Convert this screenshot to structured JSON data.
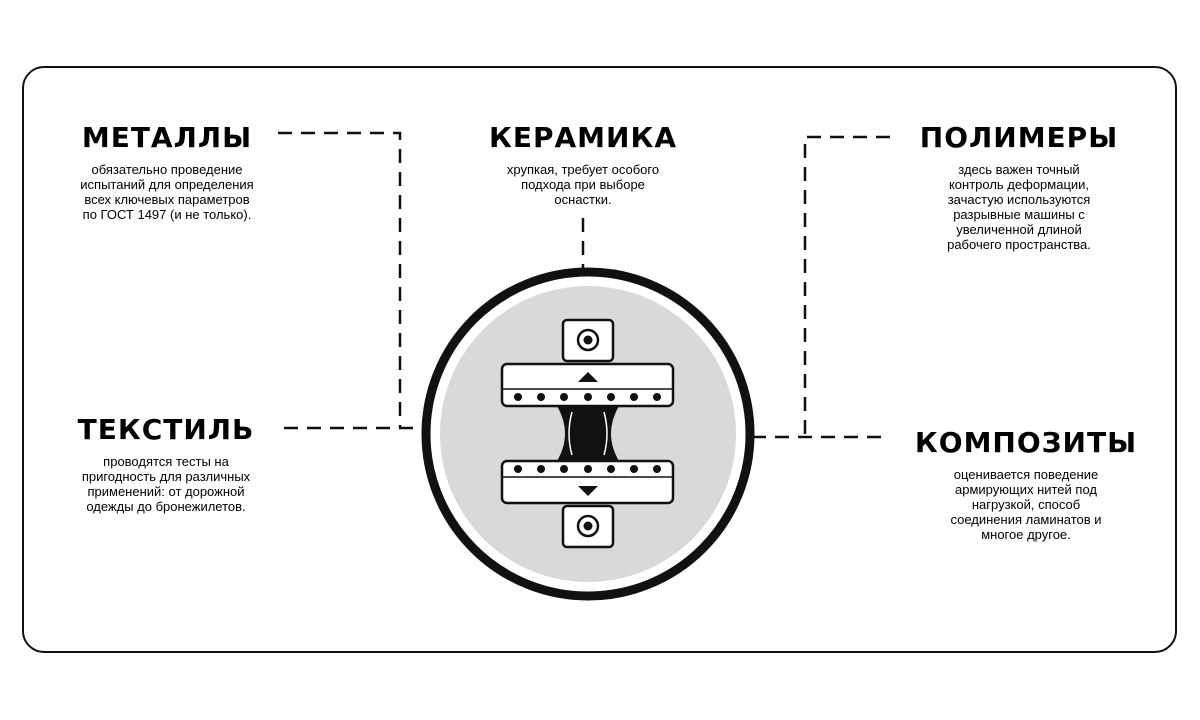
{
  "categories": {
    "metals": {
      "title": "МЕТАЛЛЫ",
      "description": "обязательно проведение испытаний для определения всех ключевых параметров по ГОСТ 1497 (и не только)."
    },
    "ceramics": {
      "title": "КЕРАМИКА",
      "description": "хрупкая, требует особого подхода при выборе оснастки."
    },
    "polymers": {
      "title": "ПОЛИМЕРЫ",
      "description": "здесь важен точный контроль деформации, зачастую используются разрывные машины с увеличенной длиной рабочего пространства."
    },
    "textile": {
      "title": "ТЕКСТИЛЬ",
      "description": "проводятся тесты на пригодность для различных применений: от дорожной одежды до бронежилетов."
    },
    "composites": {
      "title": "КОМПОЗИТЫ",
      "description": "оценивается поведение армирующих нитей под нагрузкой, способ соединения ламинатов и многое другое."
    }
  },
  "center_icon": "tensile-test-machine-icon",
  "colors": {
    "line": "#111111",
    "circle_fill": "#d9d9d9",
    "background": "#ffffff"
  }
}
